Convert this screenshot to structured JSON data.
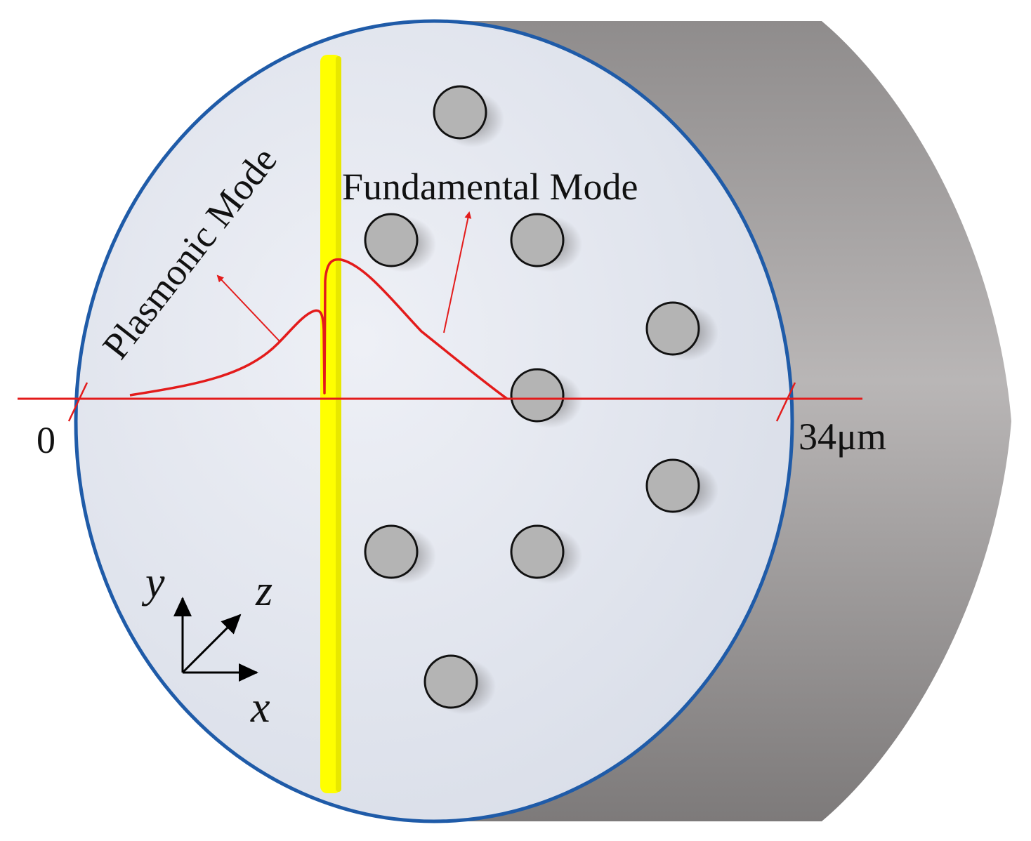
{
  "labels": {
    "plasmonic_mode": "Plasmonic Mode",
    "fundamental_mode": "Fundamental Mode",
    "scale_start": "0",
    "scale_end": "34μm"
  },
  "axes": {
    "x": "x",
    "y": "y",
    "z": "z"
  },
  "colors": {
    "fiber_face": "#e2e6ef",
    "fiber_outline": "#1f5ba8",
    "cylinder_body": "#a9a6a6",
    "gold_film": "#ffff00",
    "air_hole": "#b4b4b4",
    "mode_profile": "#e31b1b"
  },
  "icons": [
    "arrow-icon"
  ]
}
